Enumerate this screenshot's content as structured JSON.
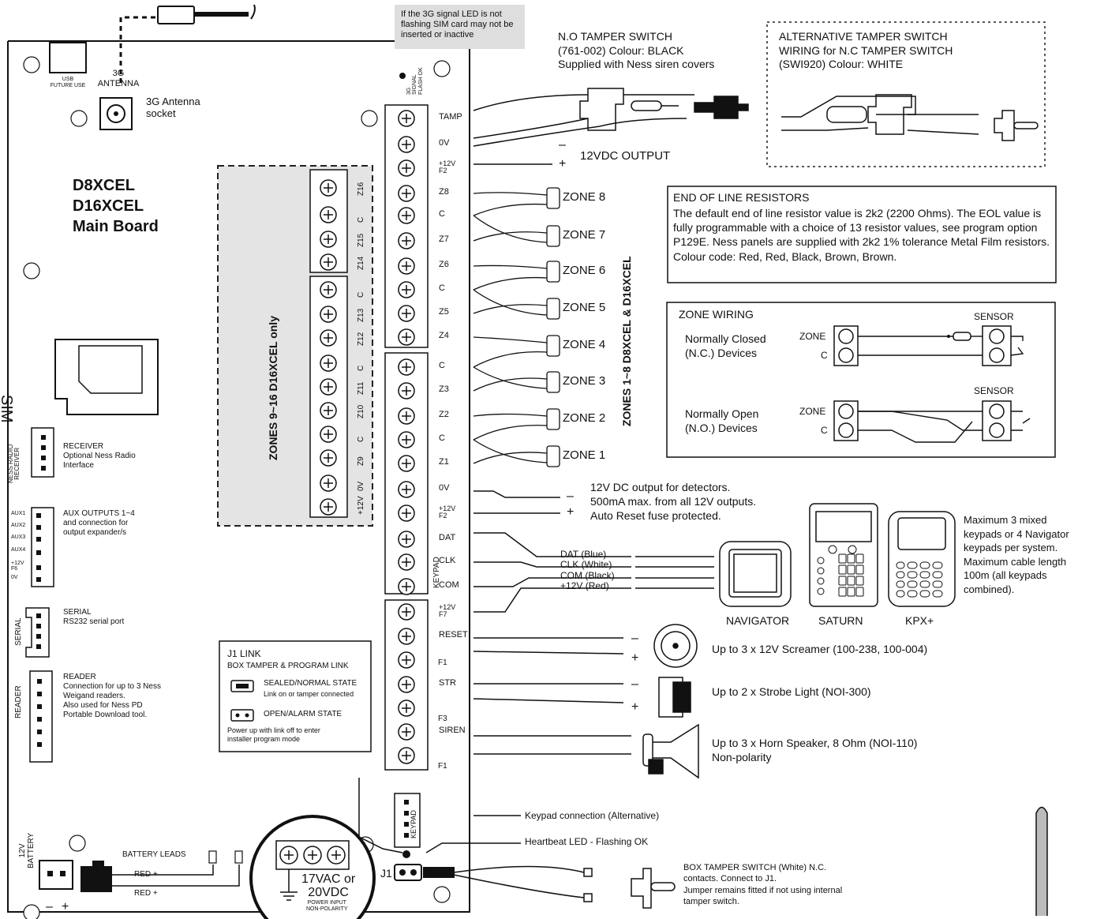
{
  "signal_note": "If the 3G signal LED is not flashing SIM card may not be inserted or inactive",
  "board": {
    "title_1": "D8XCEL",
    "title_2": "D16XCEL",
    "title_3": "Main Board",
    "usb_label": "USB\nFUTURE USE",
    "antenna_label": "3G\nANTENNA",
    "antenna_socket": "3G Antenna\nsocket",
    "led_label": "3G\nSIGNAL\nFLASH OK",
    "sim_label": "SIM\n3G",
    "zones_9_16": "ZONES 9~16 D16XCEL only",
    "zones_1_8": "ZONES 1~8 D8XCEL & D16XCEL"
  },
  "right_terminals": [
    "TAMP",
    "0V",
    "+12V\nF2",
    "Z8",
    "C",
    "Z7",
    "Z6",
    "C",
    "Z5",
    "Z4",
    "C",
    "Z3",
    "Z2",
    "C",
    "Z1",
    "0V",
    "+12V\nF2",
    "DAT",
    "CLK",
    "COM",
    "+12V\nF7",
    "RESET",
    "",
    "STR",
    "",
    "SIREN",
    ""
  ],
  "keypad_label": "KEYPAD",
  "fuse_labels": {
    "reset": "F1",
    "str": "F3",
    "siren": "F1"
  },
  "left_terminals": [
    "Z16",
    "C",
    "Z15",
    "Z14",
    "C",
    "Z13",
    "Z12",
    "C",
    "Z11",
    "Z10",
    "C",
    "Z9",
    "0V",
    "+12V"
  ],
  "zones": [
    "ZONE 8",
    "ZONE 7",
    "ZONE 6",
    "ZONE 5",
    "ZONE 4",
    "ZONE 3",
    "ZONE 2",
    "ZONE 1"
  ],
  "tamper": {
    "title": "N.O TAMPER SWITCH\n(761-002) Colour: BLACK\nSupplied with Ness siren covers",
    "alt": "ALTERNATIVE TAMPER SWITCH\nWIRING for N.C TAMPER SWITCH\n(SWI920) Colour: WHITE",
    "output": "12VDC OUTPUT"
  },
  "eol": {
    "title": "END OF LINE RESISTORS",
    "body": "The default end of line resistor value is 2k2 (2200 Ohms). The EOL value is fully programmable with a choice of 13 resistor values, see program option P129E. Ness panels are supplied with 2k2 1% tolerance Metal Film resistors.\nColour code: Red, Red, Black, Brown, Brown."
  },
  "zone_wiring": {
    "title": "ZONE WIRING",
    "nc": "Normally Closed\n(N.C.) Devices",
    "no": "Normally Open\n(N.O.) Devices",
    "zone": "ZONE",
    "c": "C",
    "sensor": "SENSOR"
  },
  "detector_power": "12V DC output for detectors.\n500mA max. from all 12V outputs.\nAuto Reset fuse protected.",
  "keypad_wires": [
    "DAT (Blue)",
    "CLK (White)",
    "COM (Black)",
    "+12V (Red)"
  ],
  "keypads": [
    "NAVIGATOR",
    "SATURN",
    "KPX+"
  ],
  "keypad_note": "Maximum 3 mixed\nkeypads or 4 Navigator\nkeypads per system.\nMaximum cable length\n100m (all keypads\ncombined).",
  "outputs": [
    "Up to 3 x 12V Screamer (100-238, 100-004)",
    "Up to 2 x Strobe Light (NOI-300)",
    "Up to 3 x Horn Speaker, 8 Ohm (NOI-110)\nNon-polarity"
  ],
  "keypad_alt": "Keypad connection (Alternative)",
  "heartbeat": "Heartbeat LED - Flashing OK",
  "box_tamper": "BOX TAMPER SWITCH (White) N.C.\ncontacts. Connect to J1.\nJumper remains fitted if not using internal\ntamper switch.",
  "receiver": {
    "pin": "NESS RADIO\nRECEIVER",
    "text": "RECEIVER\nOptional Ness Radio\nInterface"
  },
  "aux": {
    "pins": [
      "AUX1",
      "AUX2",
      "AUX3",
      "AUX4",
      "+12V\nF6",
      "0V"
    ],
    "text": "AUX OUTPUTS 1~4\nand connection for\noutput expander/s"
  },
  "serial": {
    "pin": "SERIAL",
    "text": "SERIAL\nRS232 serial port"
  },
  "reader": {
    "pin": "READER",
    "text": "READER\nConnection for up to 3 Ness\nWeigand readers.\nAlso used for Ness PD\nPortable Download tool."
  },
  "j1": {
    "title": "J1 LINK",
    "sub": "BOX TAMPER & PROGRAM LINK",
    "sealed": "SEALED/NORMAL STATE",
    "sealed_sub": "Link on or tamper connected",
    "open": "OPEN/ALARM STATE",
    "note": "Power up with link off to enter\ninstaller program mode",
    "j1": "J1"
  },
  "battery": {
    "label": "12V\nBATTERY",
    "leads": "BATTERY LEADS",
    "red1": "RED +",
    "red2": "RED +",
    "minus": "–",
    "plus": "+"
  },
  "power": {
    "main": "17VAC or\n20VDC",
    "sub": "POWER INPUT\nNON-POLARITY"
  },
  "keypad_conn": "KEYPAD",
  "signs": {
    "minus": "–",
    "plus": "+"
  }
}
